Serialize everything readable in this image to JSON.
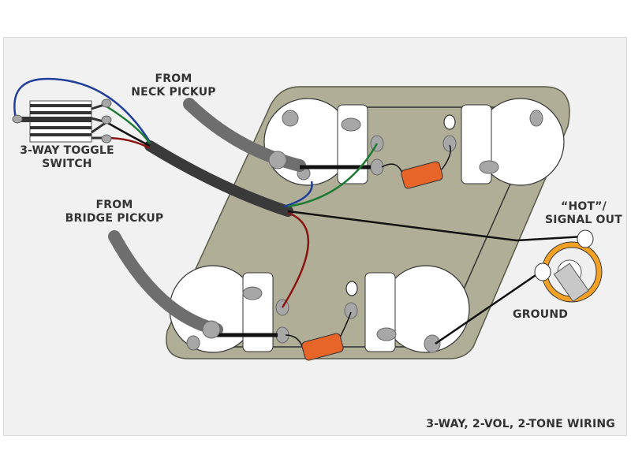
{
  "diagram": {
    "title": "3-WAY, 2-VOL, 2-TONE WIRING",
    "labels": {
      "neck_pickup": [
        "FROM",
        "NECK PICKUP"
      ],
      "bridge_pickup": [
        "FROM",
        "BRIDGE PICKUP"
      ],
      "toggle_switch": [
        "3-WAY TOGGLE",
        "SWITCH"
      ],
      "signal_out": [
        "“HOT”/",
        "SIGNAL OUT"
      ],
      "ground": "GROUND"
    },
    "components": [
      {
        "name": "3-way toggle switch"
      },
      {
        "name": "neck volume pot"
      },
      {
        "name": "neck tone pot"
      },
      {
        "name": "bridge volume pot"
      },
      {
        "name": "bridge tone pot"
      },
      {
        "name": "neck tone capacitor"
      },
      {
        "name": "bridge tone capacitor"
      },
      {
        "name": "output jack"
      }
    ],
    "wire_colors": {
      "blue": "#1f3f9a",
      "green": "#1d7a33",
      "red": "#8a1414",
      "black": "#111111",
      "pickup_cable": "#6e6e6e",
      "switch_cable": "#3a3a3a"
    },
    "colors": {
      "plate": "#b1ae97",
      "capacitor": "#e8652a",
      "jack_ring": "#f2a124",
      "lug": "#a7a7a7"
    }
  }
}
